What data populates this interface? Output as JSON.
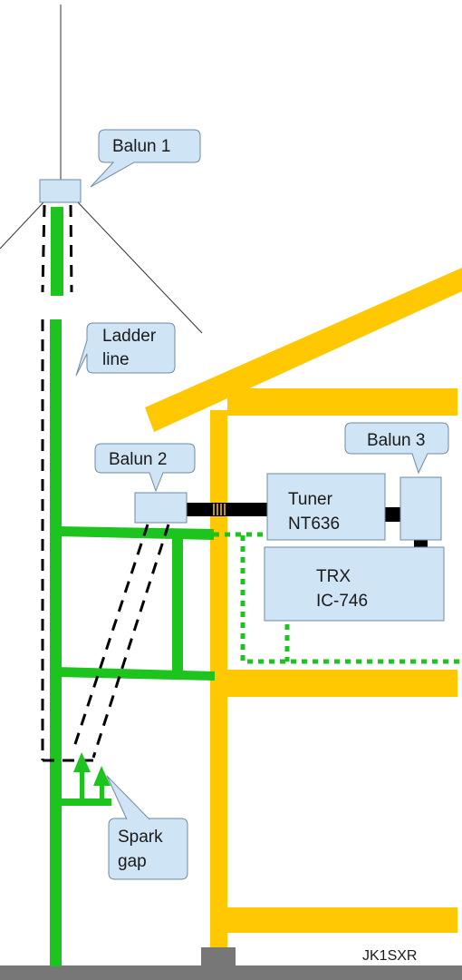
{
  "callouts": {
    "balun1": "Balun 1",
    "ladder_line": [
      "Ladder",
      "line"
    ],
    "balun2": "Balun 2",
    "balun3": "Balun 3",
    "spark_gap": [
      "Spark",
      "gap"
    ]
  },
  "devices": {
    "tuner": [
      "Tuner",
      "NT636"
    ],
    "trx": [
      "TRX",
      "IC-746"
    ]
  },
  "watermark": "JK1SXR",
  "colors": {
    "ground_green": "#1ec41e",
    "house_yellow": "#ffc800",
    "callout_fill": "#cfe4f4",
    "box_stroke": "#6f8aa3",
    "coax_black": "#000000",
    "ground_base": "#777777"
  },
  "icons": {
    "spark_gap": "upward-arrow-icon"
  }
}
